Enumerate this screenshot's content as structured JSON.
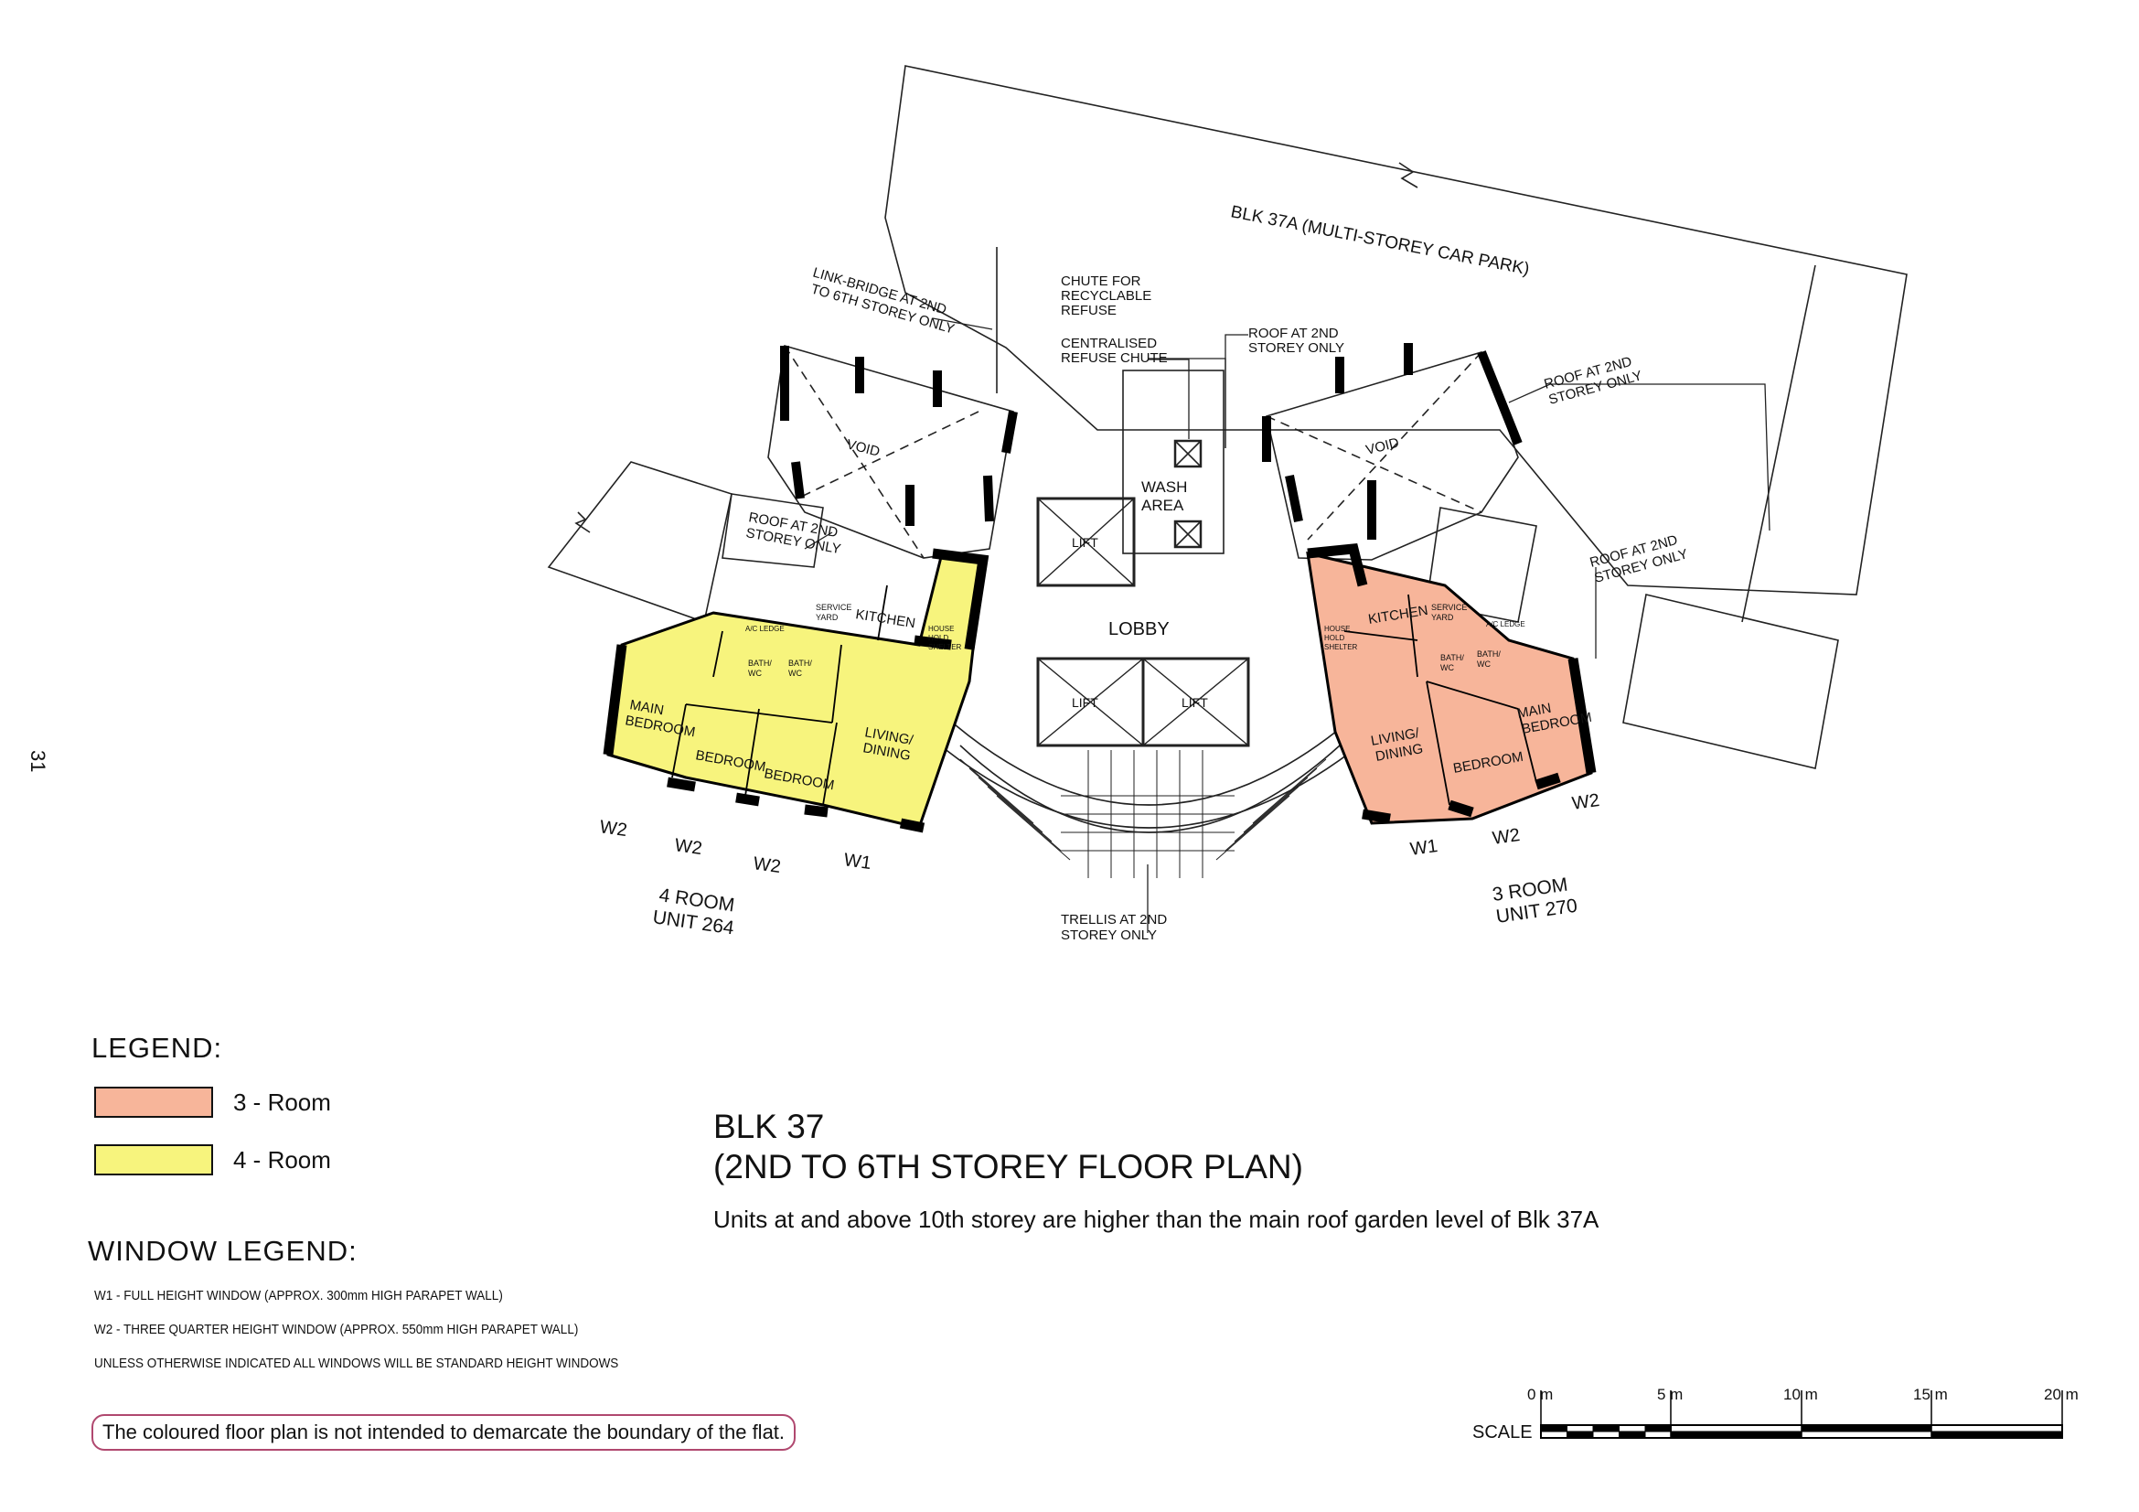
{
  "page_number": "31",
  "labels": {
    "car_park": "BLK 37A (MULTI-STOREY CAR PARK)",
    "link_bridge_1": "LINK-BRIDGE AT 2ND",
    "link_bridge_2": "TO 6TH STOREY ONLY",
    "chute_1": "CHUTE FOR",
    "chute_2": "RECYCLABLE",
    "chute_3": "REFUSE",
    "central_1": "CENTRALISED",
    "central_2": "REFUSE CHUTE",
    "roof_1": "ROOF AT 2ND",
    "roof_2": "STOREY ONLY",
    "void": "VOID",
    "wash_1": "WASH",
    "wash_2": "AREA",
    "lift": "LIFT",
    "lobby": "LOBBY",
    "kitchen": "KITCHEN",
    "service_1": "SERVICE",
    "service_2": "YARD",
    "household_1": "HOUSE",
    "household_2": "HOLD",
    "household_3": "SHELTER",
    "ac_ledge": "A/C LEDGE",
    "bath_1": "BATH/",
    "bath_2": "WC",
    "main_1": "MAIN",
    "main_2": "BEDROOM",
    "bedroom": "BEDROOM",
    "living_1": "LIVING/",
    "living_2": "DINING",
    "w1": "W1",
    "w2": "W2",
    "unit_4_1": "4 ROOM",
    "unit_4_2": "UNIT 264",
    "unit_3_1": "3 ROOM",
    "unit_3_2": "UNIT 270",
    "trellis_1": "TRELLIS AT 2ND",
    "trellis_2": "STOREY ONLY"
  },
  "legend": {
    "title": "LEGEND:",
    "items": [
      {
        "label": "3 - Room",
        "color": "#f7b59a"
      },
      {
        "label": "4 - Room",
        "color": "#f7f47d"
      }
    ]
  },
  "window_legend": {
    "title": "WINDOW LEGEND:",
    "lines": [
      "W1 - FULL HEIGHT WINDOW (APPROX. 300mm HIGH PARAPET WALL)",
      "W2 - THREE QUARTER HEIGHT WINDOW (APPROX. 550mm HIGH PARAPET WALL)",
      "UNLESS OTHERWISE INDICATED ALL WINDOWS WILL BE STANDARD HEIGHT WINDOWS"
    ]
  },
  "disclaimer": "The coloured floor plan is not intended to demarcate the boundary of the flat.",
  "title": {
    "line1": "BLK 37",
    "line2": "(2ND TO 6TH STOREY FLOOR PLAN)",
    "subtitle": "Units at and above 10th storey are higher than the main roof garden level of Blk 37A"
  },
  "scale": {
    "label": "SCALE",
    "ticks": [
      "0 m",
      "5 m",
      "10 m",
      "15 m",
      "20 m"
    ]
  },
  "colors": {
    "three_room": "#f7b59a",
    "four_room": "#f7f47d",
    "line": "#111111",
    "disclaimer_border": "#b0486f"
  }
}
